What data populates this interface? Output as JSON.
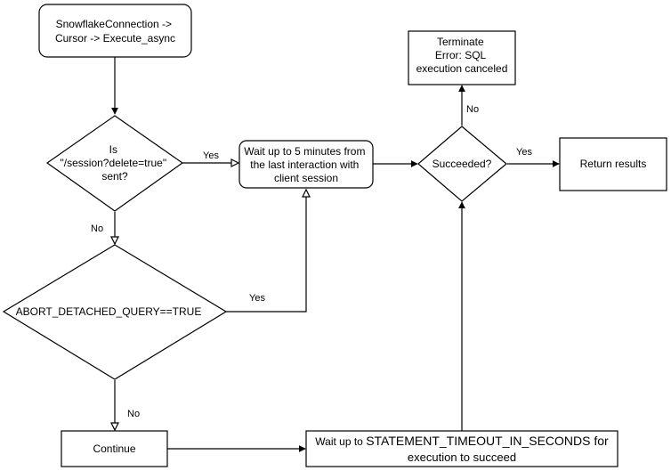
{
  "nodes": {
    "start": [
      "SnowflakeConnection ->",
      "Cursor -> Execute_async"
    ],
    "decision_delete": [
      "Is",
      "\"/session?delete=true\"",
      "sent?"
    ],
    "wait_five": [
      "Wait up to 5 minutes from",
      "the last interaction with",
      "client session"
    ],
    "decision_succeeded": [
      "Succeeded?"
    ],
    "terminate": [
      "Terminate",
      "Error: SQL",
      "execution canceled"
    ],
    "return_results": [
      "Return results"
    ],
    "decision_abort": [
      "ABORT_DETACHED_QUERY==TRUE"
    ],
    "continue": [
      "Continue"
    ],
    "wait_timeout": {
      "prefix": "Wait up to ",
      "param": "STATEMENT_TIMEOUT_IN_SECONDS",
      "suffix": " for",
      "line2": "execution to succeed"
    }
  },
  "edge_labels": {
    "delete_yes": "Yes",
    "delete_no": "No",
    "abort_yes": "Yes",
    "abort_no": "No",
    "succeeded_yes": "Yes",
    "succeeded_no": "No"
  },
  "colors": {
    "stroke": "#000000",
    "fill": "#ffffff",
    "text": "#000000"
  }
}
